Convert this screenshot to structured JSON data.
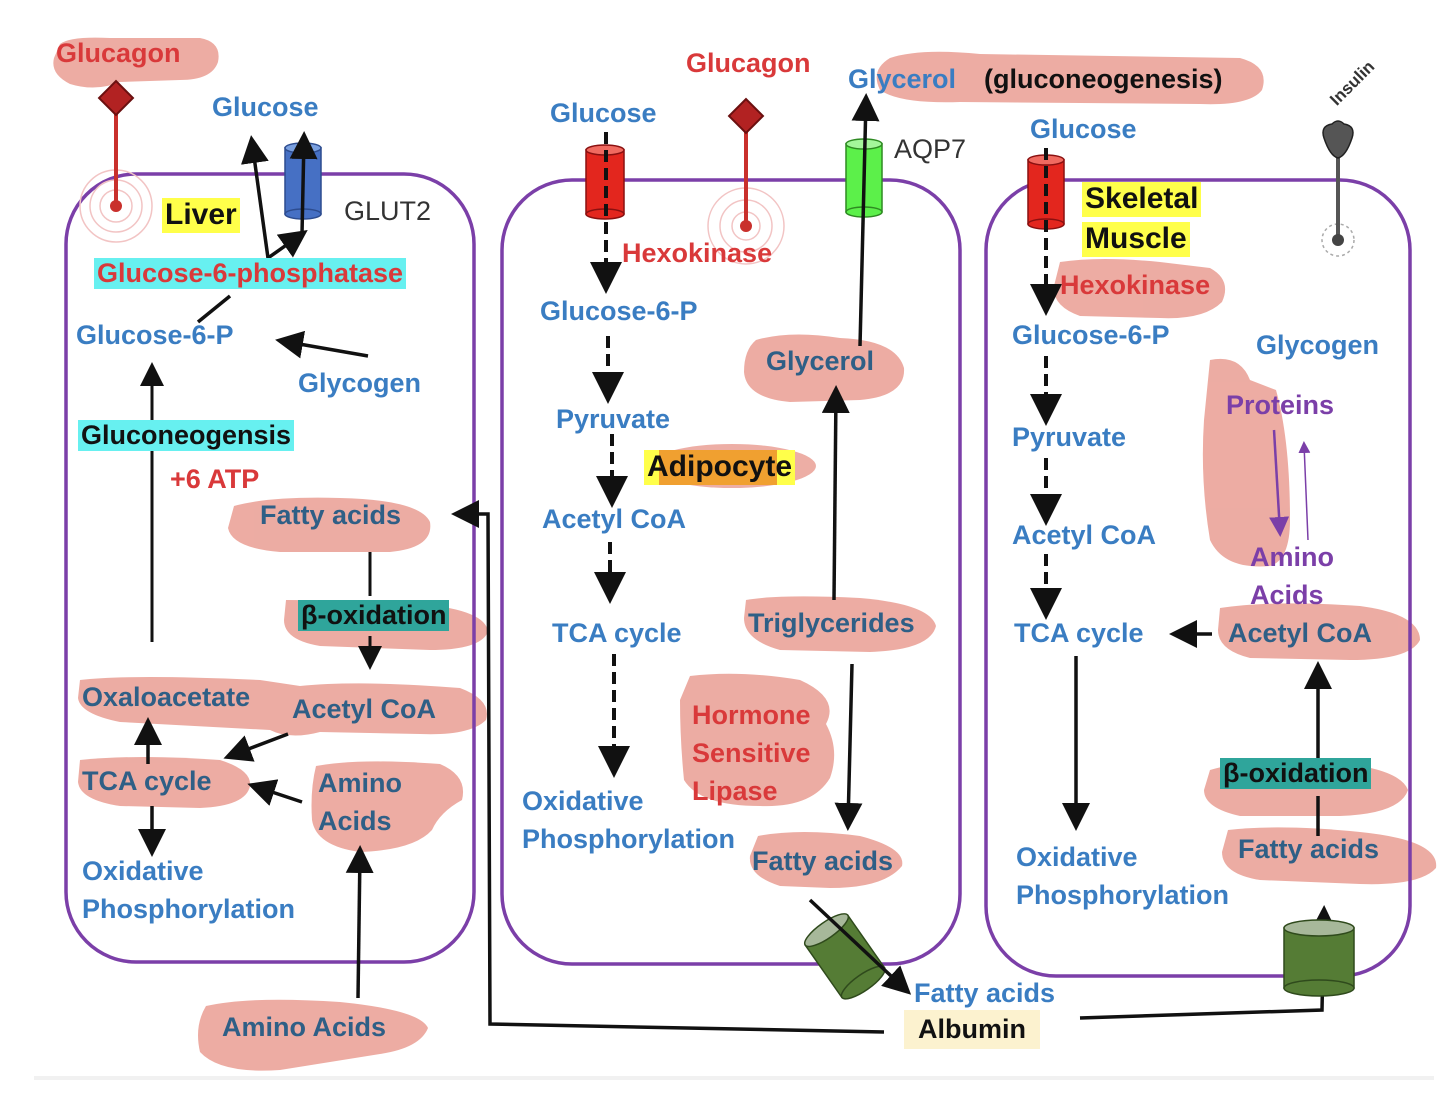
{
  "colors": {
    "membrane": "#7b3fa8",
    "metabolite_blue": "#3a7dc2",
    "enzyme_red": "#d9393a",
    "highlight_yellow": "#ffff4a",
    "highlight_cyan": "#67f0f0",
    "highlight_teal": "#2fa59b",
    "annotation_pink": "#e99a8f",
    "glut_blue": "#4670c4",
    "transporter_red": "#e3261e",
    "aqp7_green": "#5cf04a",
    "fa_transporter_green": "#557c35",
    "glucagon_receptor": "#b22222",
    "insulin_receptor": "#444444",
    "albumin_bg": "#fcf2cf"
  },
  "external": {
    "glucagon_liver": "Glucagon",
    "glucagon_adipocyte": "Glucagon",
    "glucose_liver": "Glucose",
    "glut2": "GLUT2",
    "glucose_adipocyte": "Glucose",
    "glycerol_export": "Glycerol",
    "glycerol_note": "(gluconeogenesis)",
    "aqp7": "AQP7",
    "glucose_muscle": "Glucose",
    "insulin": "Insulin",
    "amino_acids_blood": "Amino Acids",
    "fatty_acids_blood": "Fatty acids",
    "albumin": "Albumin"
  },
  "liver": {
    "title": "Liver",
    "glucose_6_phosphatase": "Glucose-6-phosphatase",
    "glucose_6_p": "Glucose-6-P",
    "glycogen": "Glycogen",
    "gluconeogenesis": "Gluconeogensis",
    "atp": "+6 ATP",
    "fatty_acids": "Fatty acids",
    "beta_oxidation": "β-oxidation",
    "oxaloacetate": "Oxaloacetate",
    "acetyl_coa": "Acetyl CoA",
    "tca_cycle": "TCA cycle",
    "amino_acids_1": "Amino",
    "amino_acids_2": "Acids",
    "ox_phos_1": "Oxidative",
    "ox_phos_2": "Phosphorylation"
  },
  "adipocyte": {
    "title": "Adipocyte",
    "hexokinase": "Hexokinase",
    "glucose_6_p": "Glucose-6-P",
    "pyruvate": "Pyruvate",
    "acetyl_coa": "Acetyl CoA",
    "tca_cycle": "TCA cycle",
    "ox_phos_1": "Oxidative",
    "ox_phos_2": "Phosphorylation",
    "glycerol": "Glycerol",
    "triglycerides": "Triglycerides",
    "hsl_1": "Hormone",
    "hsl_2": "Sensitive",
    "hsl_3": "Lipase",
    "fatty_acids": "Fatty acids"
  },
  "muscle": {
    "title_1": "Skeletal",
    "title_2": "Muscle",
    "hexokinase": "Hexokinase",
    "glucose_6_p": "Glucose-6-P",
    "glycogen": "Glycogen",
    "proteins": "Proteins",
    "pyruvate": "Pyruvate",
    "amino_acids_1": "Amino",
    "amino_acids_2": "Acids",
    "acetyl_coa_left": "Acetyl CoA",
    "acetyl_coa_right": "Acetyl CoA",
    "tca_cycle": "TCA cycle",
    "beta_oxidation": "β-oxidation",
    "ox_phos_1": "Oxidative",
    "ox_phos_2": "Phosphorylation",
    "fatty_acids": "Fatty acids"
  }
}
